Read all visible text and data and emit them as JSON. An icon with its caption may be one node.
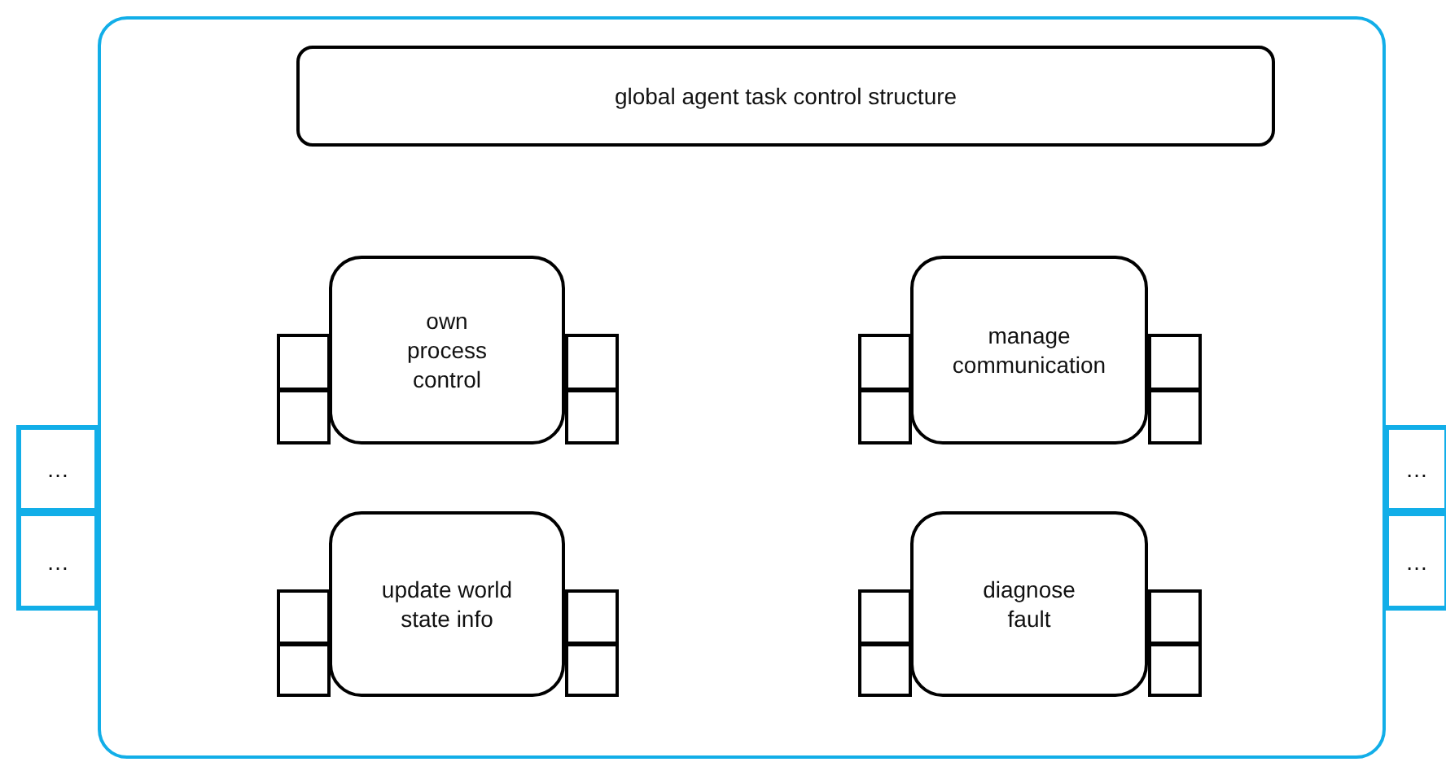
{
  "diagram": {
    "nodes": [
      {
        "text": [],
        "shape": "box"
      },
      {
        "text": [
          "global agent task control structure"
        ],
        "in": 0
      },
      {
        "text": [
          "own process control"
        ],
        "in": 0
      },
      {
        "text": [
          "manage communication"
        ],
        "in": 0
      },
      {
        "text": [
          "update world state info"
        ],
        "in": 0
      },
      {
        "text": [
          "diagnose fault"
        ],
        "in": 0
      },
      {
        "text": [
          "…"
        ]
      },
      {
        "text": [
          "…"
        ]
      },
      {
        "text": [
          "…"
        ]
      },
      {
        "text": [
          "…"
        ]
      },
      {
        "text": [],
        "shape": "box",
        "in": 0
      },
      {
        "text": [],
        "shape": "box",
        "in": 0
      },
      {
        "text": [],
        "shape": "box",
        "in": 0
      },
      {
        "text": [],
        "shape": "box",
        "in": 0
      },
      {
        "text": [],
        "shape": "box",
        "in": 0
      },
      {
        "text": [],
        "shape": "box",
        "in": 0
      },
      {
        "text": [],
        "shape": "box",
        "in": 0
      },
      {
        "text": [],
        "shape": "box",
        "in": 0
      },
      {
        "text": [],
        "shape": "box",
        "in": 0
      },
      {
        "text": [],
        "shape": "box",
        "in": 0
      },
      {
        "text": [],
        "shape": "box",
        "in": 0
      },
      {
        "text": [],
        "shape": "box",
        "in": 0
      },
      {
        "text": [],
        "shape": "box",
        "in": 0
      },
      {
        "text": [],
        "shape": "box",
        "in": 0
      },
      {
        "text": [],
        "shape": "box",
        "in": 0
      },
      {
        "text": [],
        "shape": "box",
        "in": 0
      }
    ],
    "edges": []
  }
}
